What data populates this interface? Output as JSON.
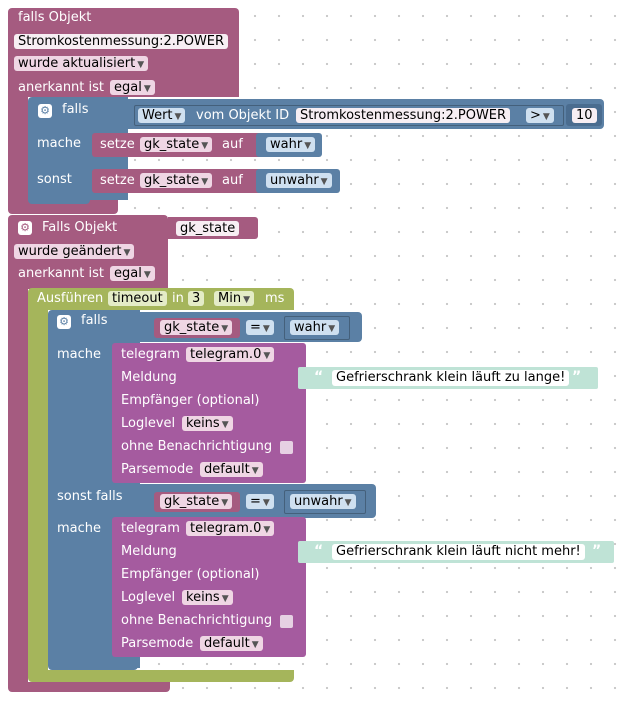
{
  "block1": {
    "title": "falls Objekt",
    "object_id": "Stromkostenmessung:2.POWER",
    "trigger": "wurde aktualisiert",
    "ack_label": "anerkannt ist",
    "ack_value": "egal",
    "if_block": {
      "falls": "falls",
      "value_label": "Wert",
      "from_object": "vom Objekt ID",
      "object_id": "Stromkostenmessung:2.POWER",
      "operator": ">",
      "number": "10",
      "then_label": "mache",
      "else_label": "sonst",
      "set_label": "setze",
      "var": "gk_state",
      "to_label": "auf",
      "then_value": "wahr",
      "else_value": "unwahr"
    }
  },
  "block2": {
    "title": "Falls Objekt",
    "object_id": "gk_state",
    "trigger": "wurde geändert",
    "ack_label": "anerkannt ist",
    "ack_value": "egal",
    "timeout": {
      "run_label": "Ausführen",
      "timeout_label": "timeout",
      "in_label": "in",
      "amount": "3",
      "unit": "Min",
      "ms_label": "ms"
    },
    "if_block": {
      "falls": "falls",
      "var": "gk_state",
      "eq": "=",
      "true_value": "wahr",
      "then_label": "mache",
      "elseif_label": "sonst falls",
      "false_value": "unwahr",
      "then2_label": "mache"
    },
    "telegram1": {
      "label": "telegram",
      "instance": "telegram.0",
      "message_label": "Meldung",
      "message": "Gefrierschrank klein läuft zu lange!",
      "recipient_label": "Empfänger (optional)",
      "loglevel_label": "Loglevel",
      "loglevel": "keins",
      "silent_label": "ohne Benachrichtigung",
      "parsemode_label": "Parsemode",
      "parsemode": "default"
    },
    "telegram2": {
      "label": "telegram",
      "instance": "telegram.0",
      "message_label": "Meldung",
      "message": "Gefrierschrank klein läuft nicht mehr!",
      "recipient_label": "Empfänger (optional)",
      "loglevel_label": "Loglevel",
      "loglevel": "keins",
      "silent_label": "ohne Benachrichtigung",
      "parsemode_label": "Parsemode",
      "parsemode": "default"
    }
  },
  "colors": {
    "event": "#a55b80",
    "control": "#5b80a5",
    "timeout": "#a5b55b",
    "telegram": "#a55b9f",
    "string": "#bfe3d6"
  }
}
